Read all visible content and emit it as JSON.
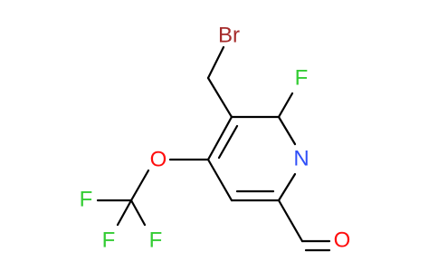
{
  "molecule": {
    "atoms": {
      "bromine": {
        "label": "Br",
        "color": "#a52a2a"
      },
      "fluorine_ring": {
        "label": "F",
        "color": "#33cc33"
      },
      "nitrogen": {
        "label": "N",
        "color": "#3050f8"
      },
      "oxygen_ether": {
        "label": "O",
        "color": "#ff0d0d"
      },
      "fluorine_cf3_left": {
        "label": "F",
        "color": "#33cc33"
      },
      "fluorine_cf3_bottom": {
        "label": "F",
        "color": "#33cc33"
      },
      "fluorine_cf3_right": {
        "label": "F",
        "color": "#33cc33"
      },
      "oxygen_aldehyde": {
        "label": "O",
        "color": "#ff0d0d"
      }
    },
    "bond_color": "#000000"
  }
}
